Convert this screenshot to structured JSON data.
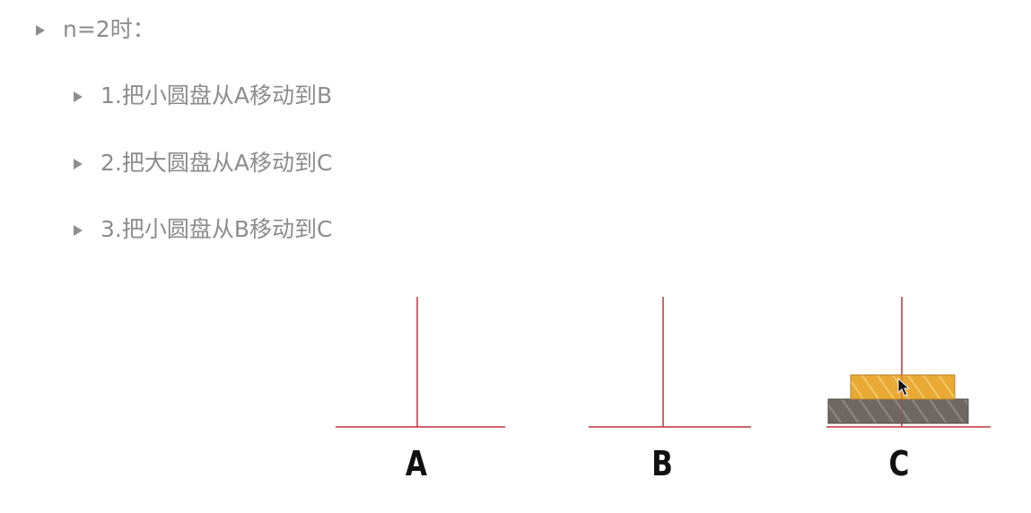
{
  "slide": {
    "heading": "n=2时：",
    "steps": [
      {
        "text": "1.把小圆盘从A移动到B"
      },
      {
        "text": "2.把大圆盘从A移动到C"
      },
      {
        "text": "3.把小圆盘从B移动到C"
      }
    ]
  },
  "diagram": {
    "pegs": [
      {
        "label": "A",
        "disks": []
      },
      {
        "label": "B",
        "disks": []
      },
      {
        "label": "C",
        "disks": [
          "large",
          "small"
        ]
      }
    ],
    "colors": {
      "rod": "#c0303a",
      "small_disk": "#e8a935",
      "large_disk": "#6f6862"
    },
    "cursor_icon": "mouse-pointer-icon"
  }
}
